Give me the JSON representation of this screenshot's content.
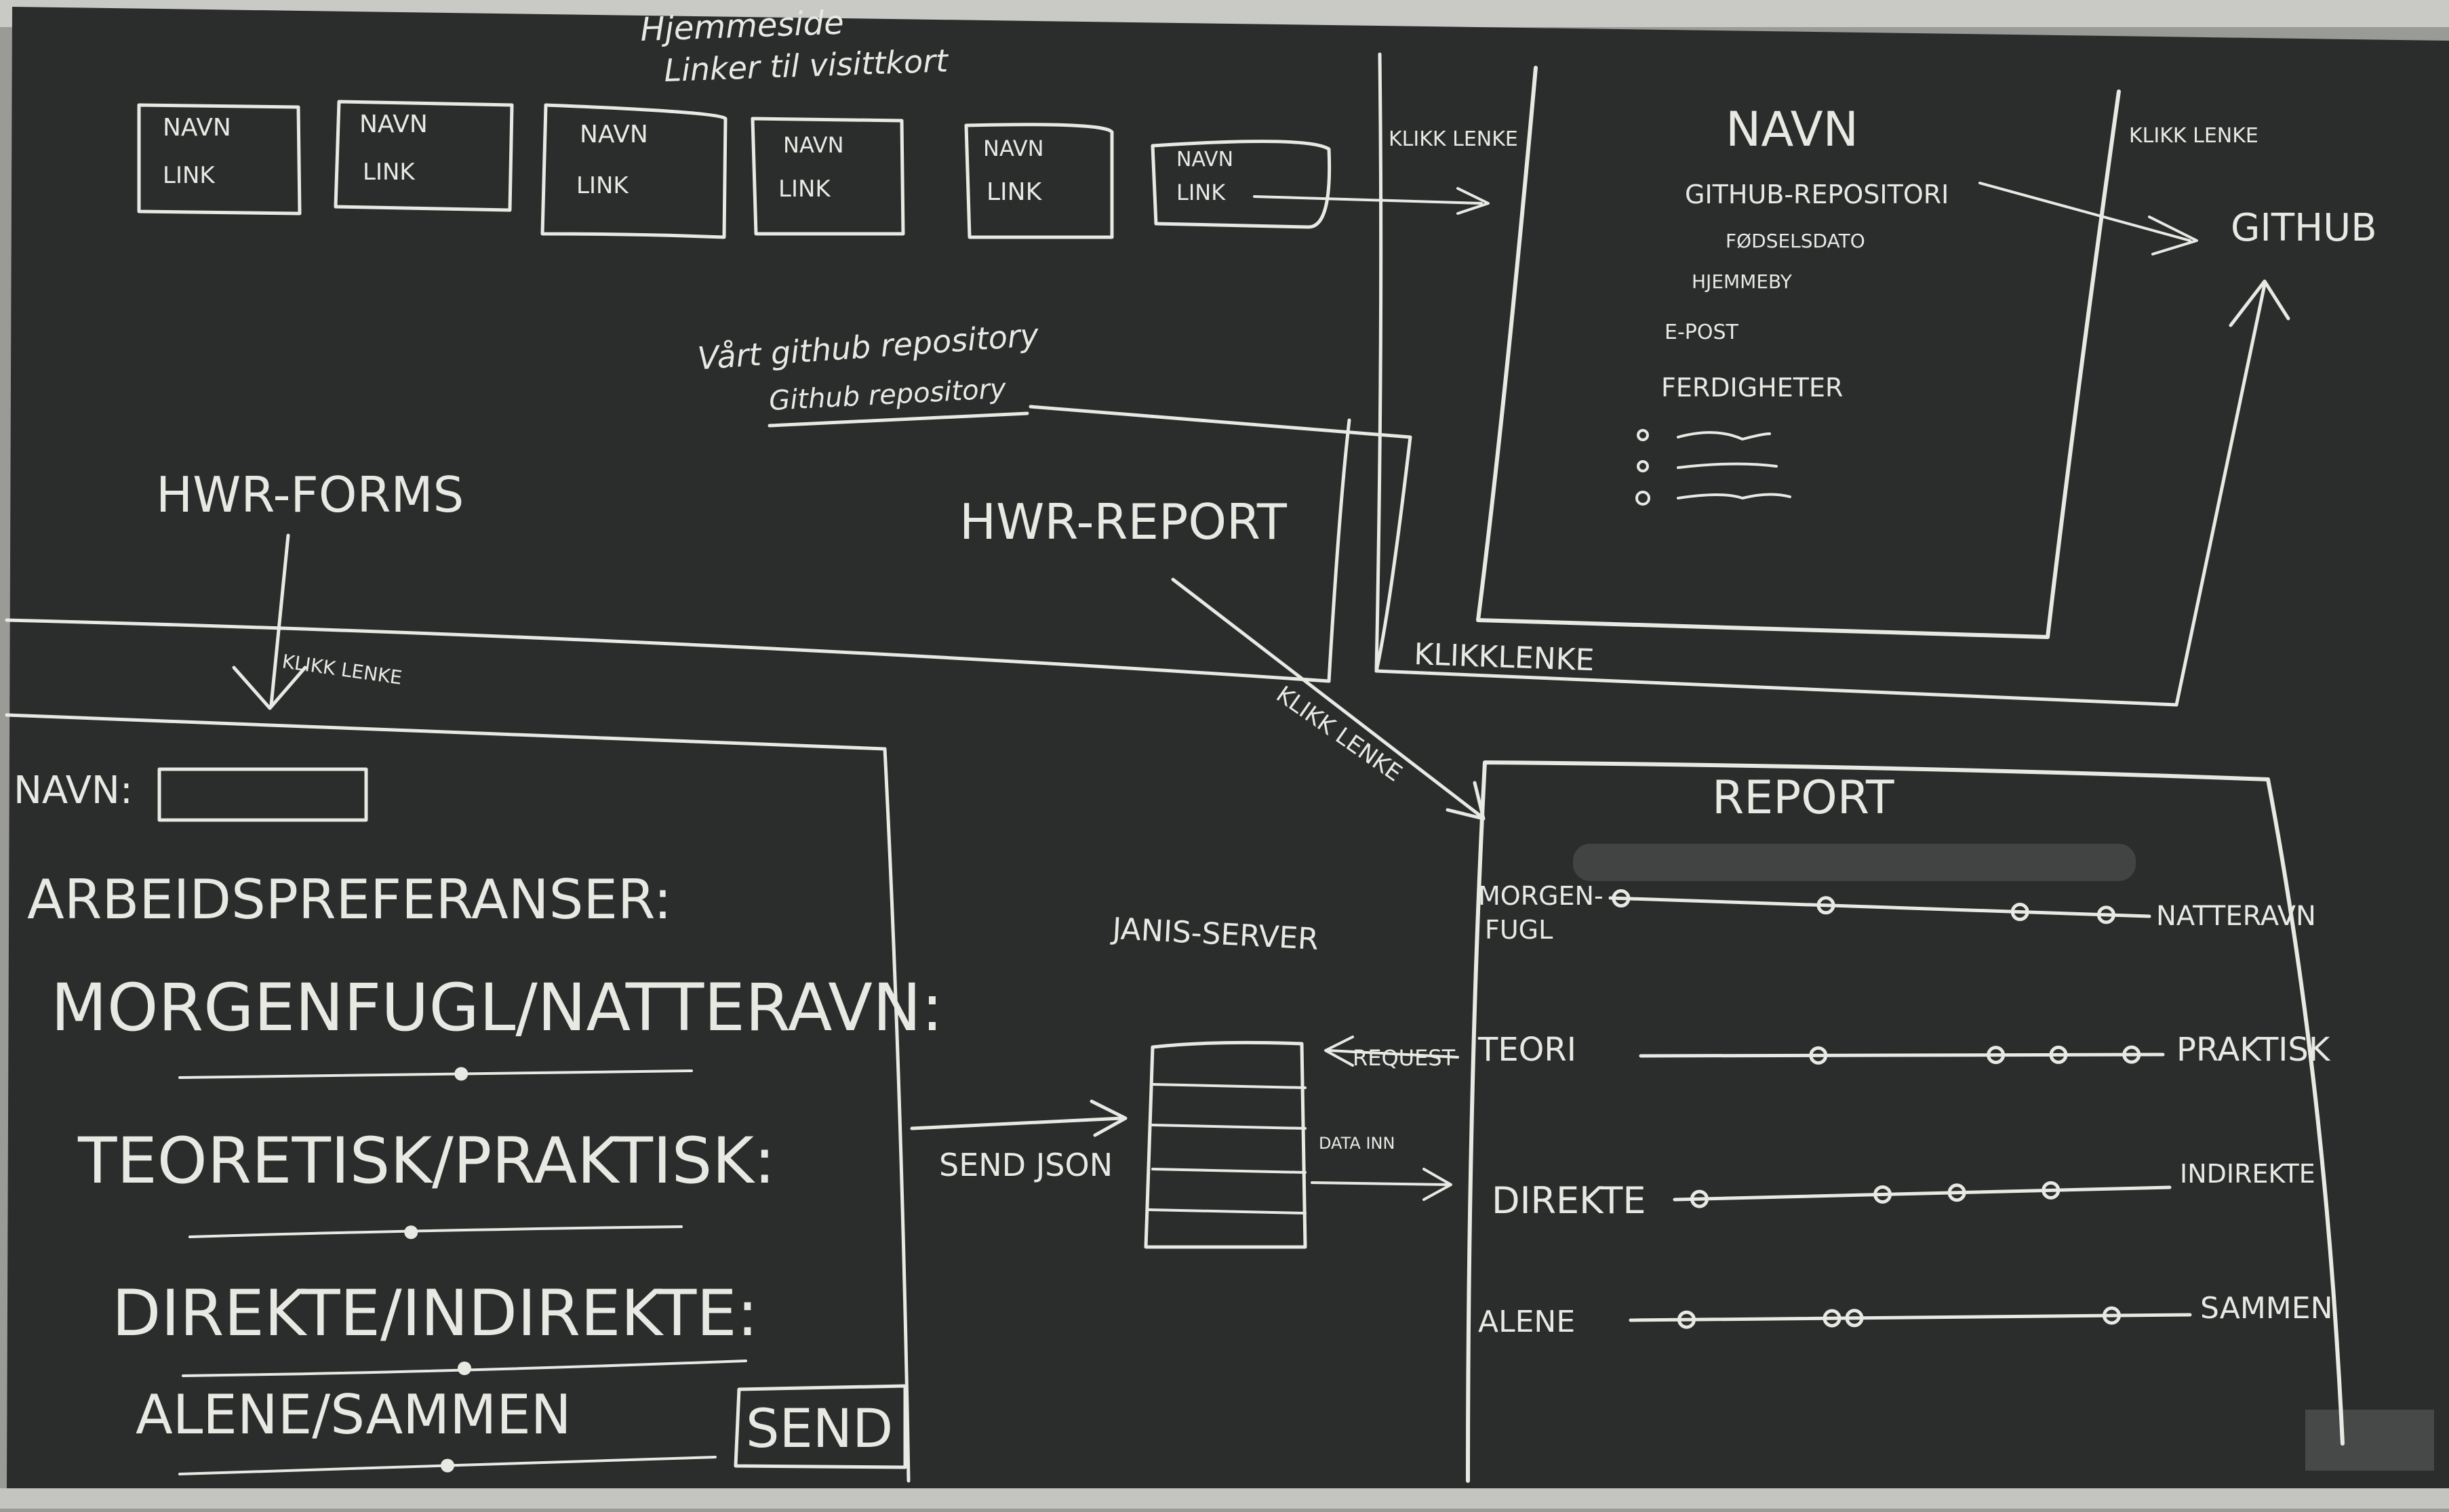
{
  "colors": {
    "board": "#2b2d2d",
    "chalk": "#e9e9e4",
    "frame": "#b9bab6",
    "wall": "#9a9a96"
  },
  "heading": {
    "line1": "Hjemmeside",
    "line2": "Linker til visittkort"
  },
  "cards": [
    {
      "name": "NAVN",
      "link": "LINK"
    },
    {
      "name": "NAVN",
      "link": "LINK"
    },
    {
      "name": "NAVN",
      "link": "LINK"
    },
    {
      "name": "NAVN",
      "link": "LINK"
    },
    {
      "name": "NAVN",
      "link": "LINK"
    },
    {
      "name": "NAVN",
      "link": "LINK"
    }
  ],
  "klikk_lenke_top": "KLIKK LENKE",
  "profile": {
    "title": "NAVN",
    "github_repo": "GITHUB-REPOSITORI",
    "birthdate": "FØDSELSDATO",
    "hobby": "HJEMMEBY",
    "email": "E-POST",
    "skills": "FERDIGHETER",
    "bottom_link": "KLIKKLENKE"
  },
  "klikk_lenke_github": "KLIKK LENKE",
  "github": "GITHUB",
  "repo_note": {
    "line1": "Vårt github repository",
    "line2": "Github repository"
  },
  "hwr_forms": "HWR-FORMS",
  "klikk_lenke_forms": "KLIKK LENKE",
  "hwr_report": "HWR-REPORT",
  "klikk_lenke_report": "KLIKK LENKE",
  "form": {
    "name_label": "NAVN:",
    "prefs_title": "ARBEIDSPREFERANSER:",
    "q1": "MORGENFUGL/NATTERAVN:",
    "q2": "TEORETISK/PRAKTISK:",
    "q3": "DIREKTE/INDIREKTE:",
    "q4": "ALENE/SAMMEN",
    "send": "SEND",
    "slider_values": [
      0.55,
      0.45,
      0.5,
      0.5
    ]
  },
  "server": {
    "title": "JANIS-SERVER",
    "send_json": "SEND JSON",
    "request": "REQUEST",
    "data_inn": "DATA INN"
  },
  "report": {
    "title": "REPORT",
    "rows": [
      {
        "left1": "MORGEN-",
        "left2": "FUGL",
        "right": "NATTERAVN",
        "points": [
          0.02,
          0.4,
          0.76,
          0.92
        ]
      },
      {
        "left1": "TEORI",
        "left2": "",
        "right": "PRAKTISK",
        "points": [
          0.34,
          0.68,
          0.8,
          0.94
        ]
      },
      {
        "left1": "DIREKTE",
        "left2": "",
        "right": "INDIREKTE",
        "points": [
          0.05,
          0.42,
          0.57,
          0.76
        ]
      },
      {
        "left1": "ALENE",
        "left2": "",
        "right": "SAMMEN",
        "points": [
          0.1,
          0.36,
          0.4,
          0.86
        ]
      }
    ]
  }
}
